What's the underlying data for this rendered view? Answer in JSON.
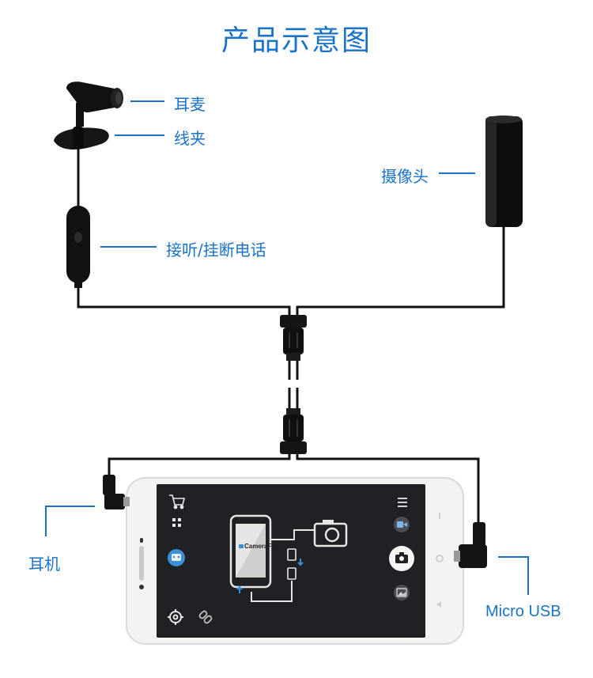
{
  "title": "产品示意图",
  "labels": {
    "earpiece": "耳麦",
    "clip": "线夹",
    "camera": "摄像头",
    "call_button": "接听/挂断电话",
    "earphone": "耳机",
    "micro_usb": "Micro USB"
  },
  "screen": {
    "app_name": "CameraFi"
  },
  "colors": {
    "accent": "#1a73c9",
    "cable": "#111111",
    "phone_body": "#f3f3f3",
    "screen": "#202124"
  }
}
